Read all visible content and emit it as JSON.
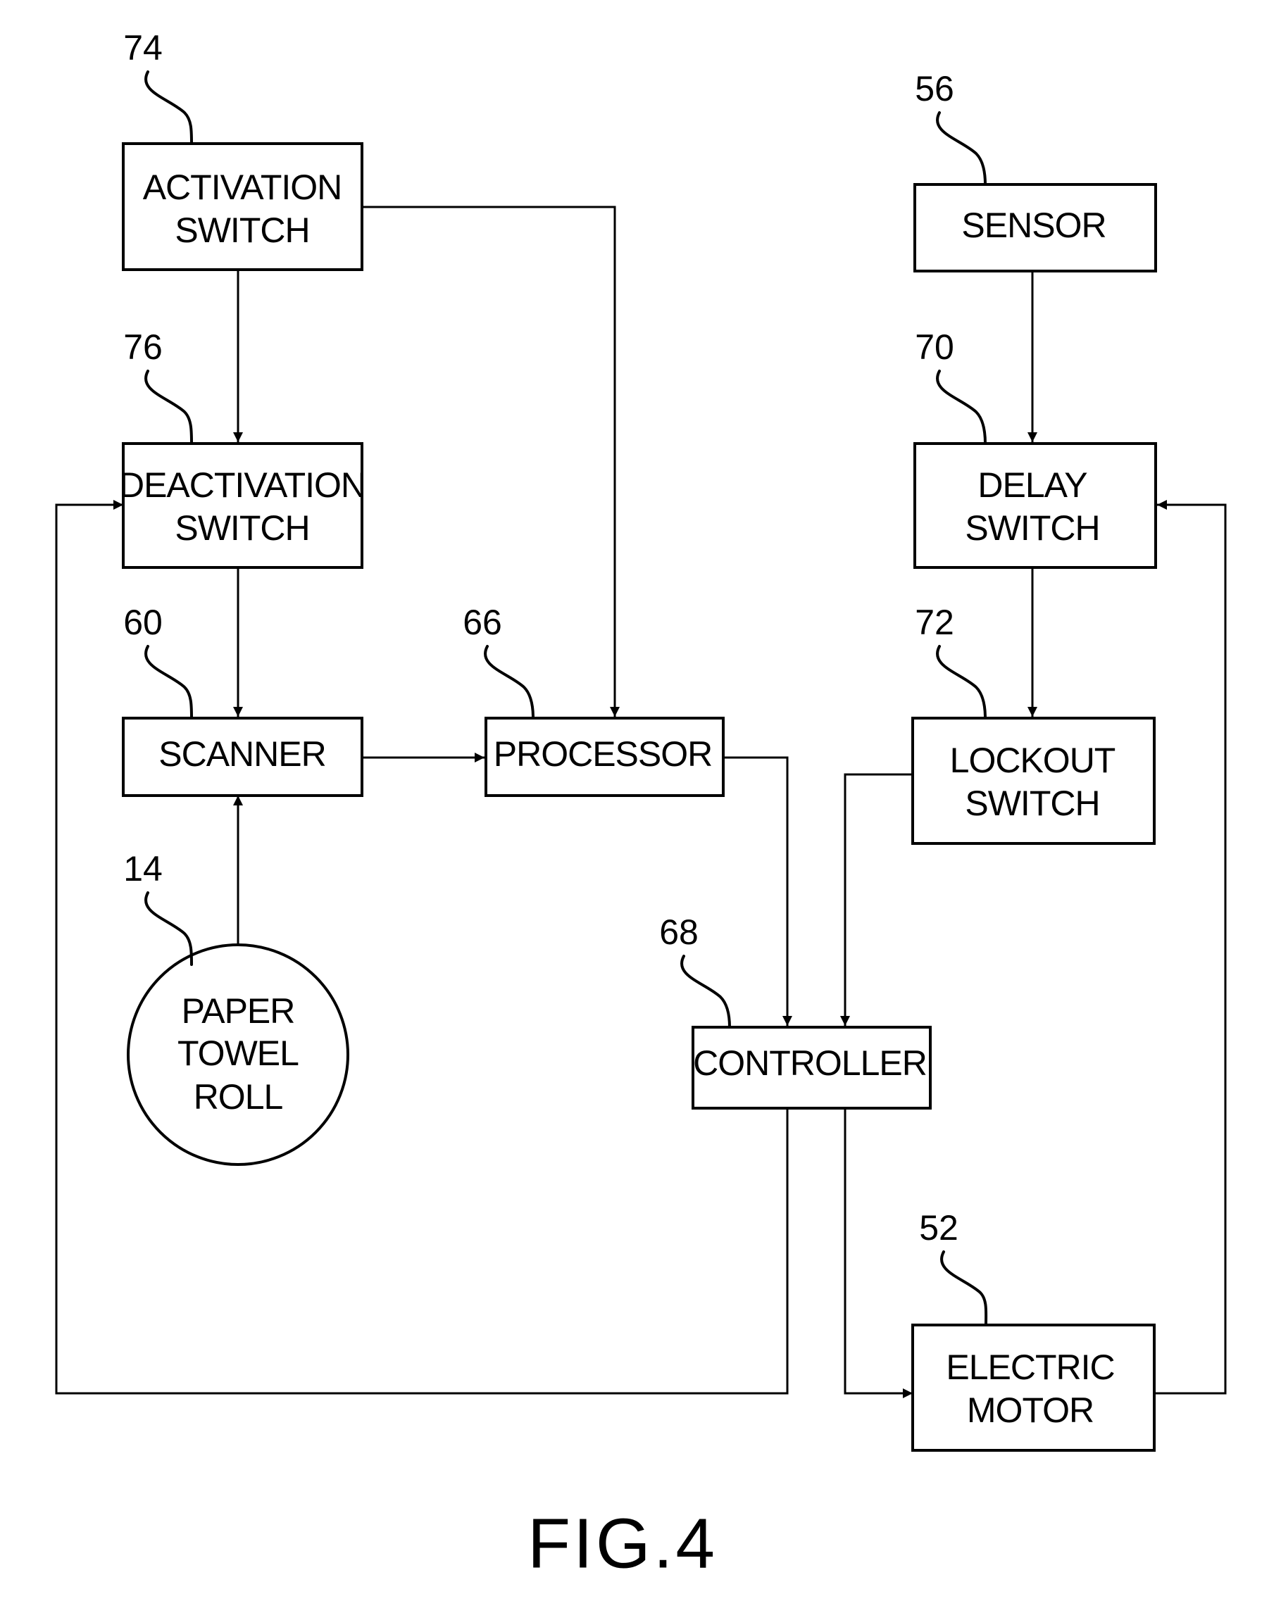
{
  "figure_label": "FIG.4",
  "blocks": {
    "activation_switch": {
      "ref": "74",
      "lines": [
        "ACTIVATION",
        "SWITCH"
      ]
    },
    "deactivation_switch": {
      "ref": "76",
      "lines": [
        "DEACTIVATION",
        "SWITCH"
      ]
    },
    "scanner": {
      "ref": "60",
      "lines": [
        "SCANNER"
      ]
    },
    "paper_towel_roll": {
      "ref": "14",
      "lines": [
        "PAPER",
        "TOWEL",
        "ROLL"
      ]
    },
    "processor": {
      "ref": "66",
      "lines": [
        "PROCESSOR"
      ]
    },
    "sensor": {
      "ref": "56",
      "lines": [
        "SENSOR"
      ]
    },
    "delay_switch": {
      "ref": "70",
      "lines": [
        "DELAY",
        "SWITCH"
      ]
    },
    "lockout_switch": {
      "ref": "72",
      "lines": [
        "LOCKOUT",
        "SWITCH"
      ]
    },
    "controller": {
      "ref": "68",
      "lines": [
        "CONTROLLER"
      ]
    },
    "electric_motor": {
      "ref": "52",
      "lines": [
        "ELECTRIC",
        "MOTOR"
      ]
    }
  },
  "connections": [
    {
      "from": "activation_switch",
      "to": "deactivation_switch"
    },
    {
      "from": "activation_switch",
      "to": "processor"
    },
    {
      "from": "deactivation_switch",
      "to": "scanner"
    },
    {
      "from": "paper_towel_roll",
      "to": "scanner"
    },
    {
      "from": "scanner",
      "to": "processor"
    },
    {
      "from": "processor",
      "to": "controller"
    },
    {
      "from": "sensor",
      "to": "delay_switch"
    },
    {
      "from": "delay_switch",
      "to": "lockout_switch"
    },
    {
      "from": "lockout_switch",
      "to": "controller"
    },
    {
      "from": "controller",
      "to": "electric_motor"
    },
    {
      "from": "controller",
      "to": "deactivation_switch"
    },
    {
      "from": "electric_motor",
      "to": "delay_switch"
    }
  ]
}
